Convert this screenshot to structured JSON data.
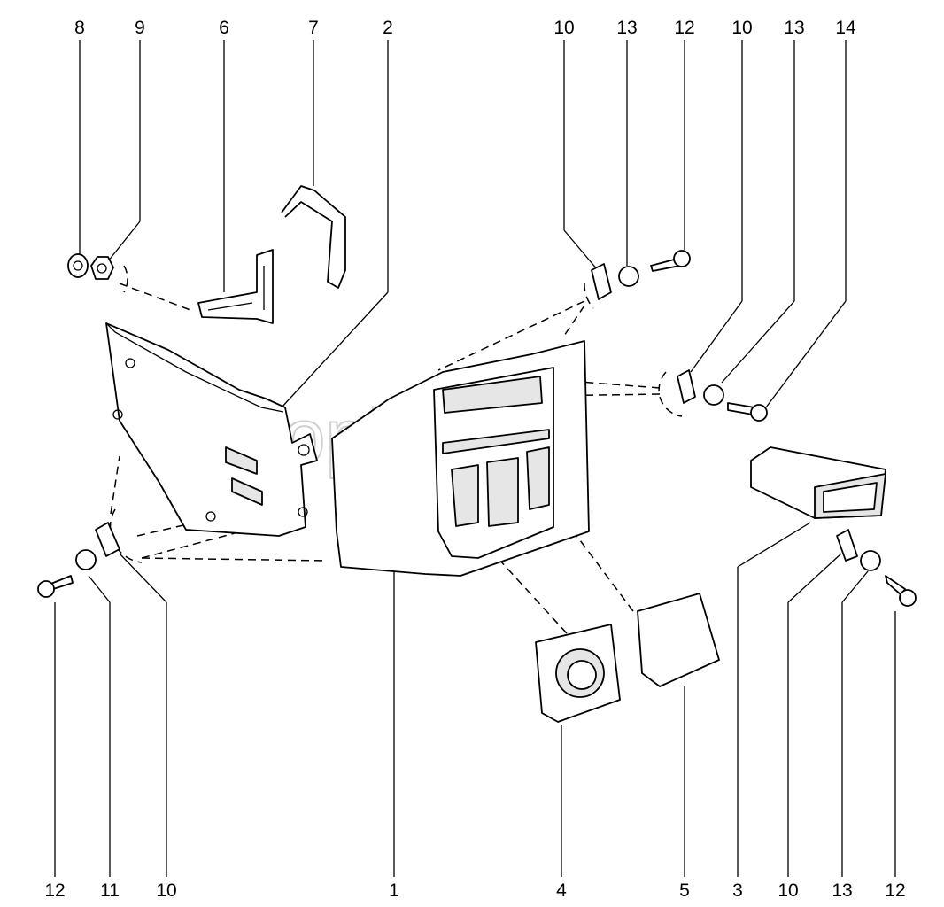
{
  "diagram": {
    "watermark": "autopiter.ru",
    "top_labels": [
      "8",
      "9",
      "6",
      "7",
      "2",
      "10",
      "13",
      "12",
      "10",
      "13",
      "14"
    ],
    "bottom_labels": [
      "12",
      "11",
      "10",
      "1",
      "4",
      "5",
      "3",
      "10",
      "13",
      "12"
    ]
  }
}
